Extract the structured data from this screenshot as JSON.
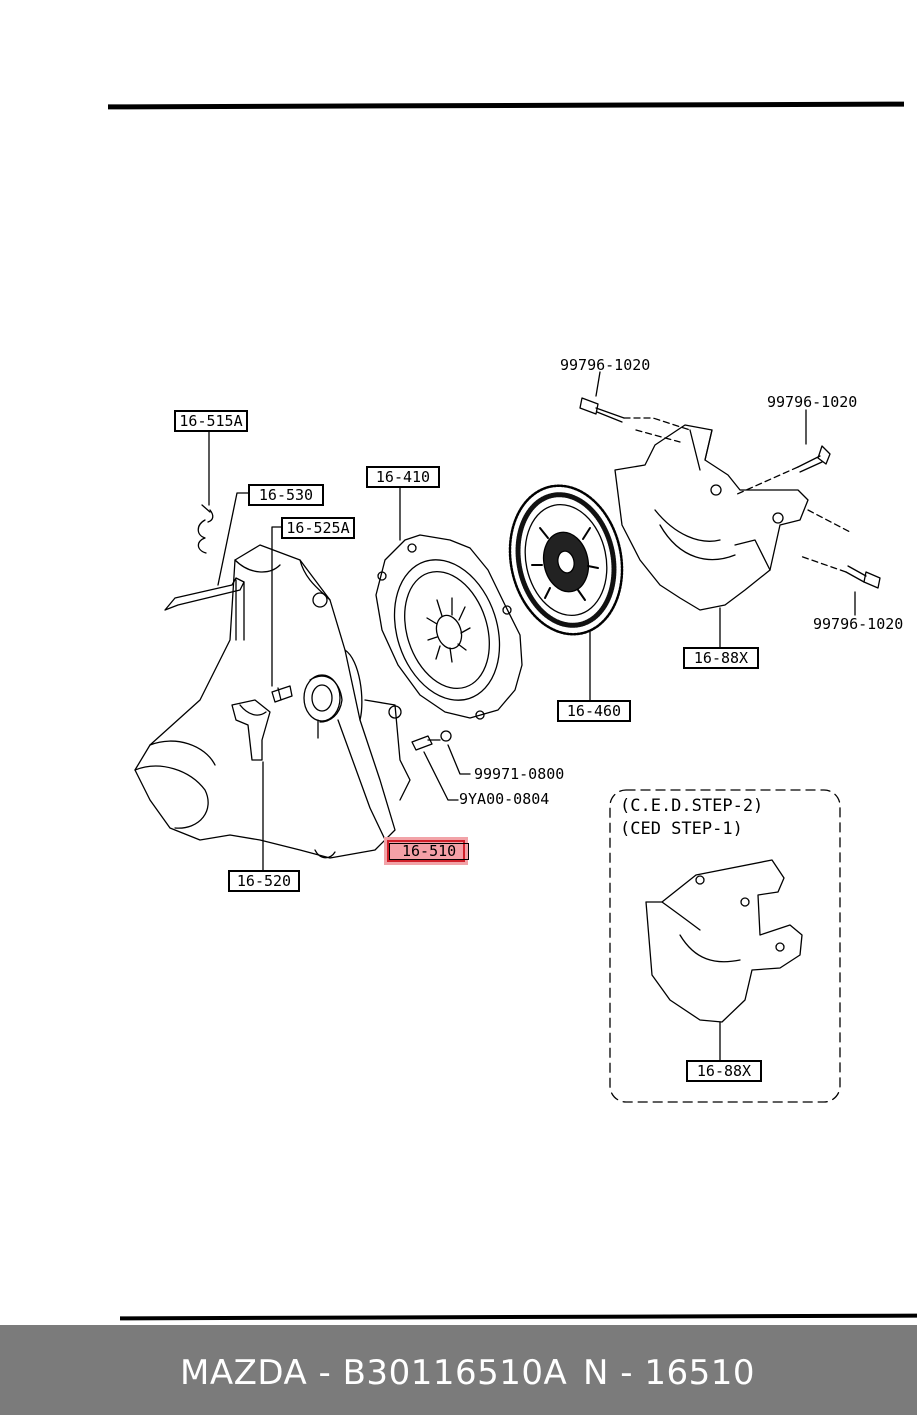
{
  "parts": {
    "p16_515A": "16-515A",
    "p16_530": "16-530",
    "p16_525A": "16-525A",
    "p16_410": "16-410",
    "p16_460": "16-460",
    "p16_88X_main": "16-88X",
    "p16_88X_variant": "16-88X",
    "p16_510": "16-510",
    "p16_520": "16-520"
  },
  "bolts": {
    "bolt_top": "99796-1020",
    "bolt_right_upper": "99796-1020",
    "bolt_right_lower": "99796-1020",
    "bolt_9997": "99971-0800",
    "bolt_9ya": "9YA00-0804"
  },
  "variant": {
    "line1": "(C.E.D.STEP-2)",
    "line2": "(CED STEP-1)"
  },
  "highlight": {
    "part": "16-510",
    "color": "#f4a0a6"
  },
  "footer": {
    "brand_part": "MAZDA - B30116510A",
    "code": "N - 16510",
    "background": "#7b7b7b"
  }
}
